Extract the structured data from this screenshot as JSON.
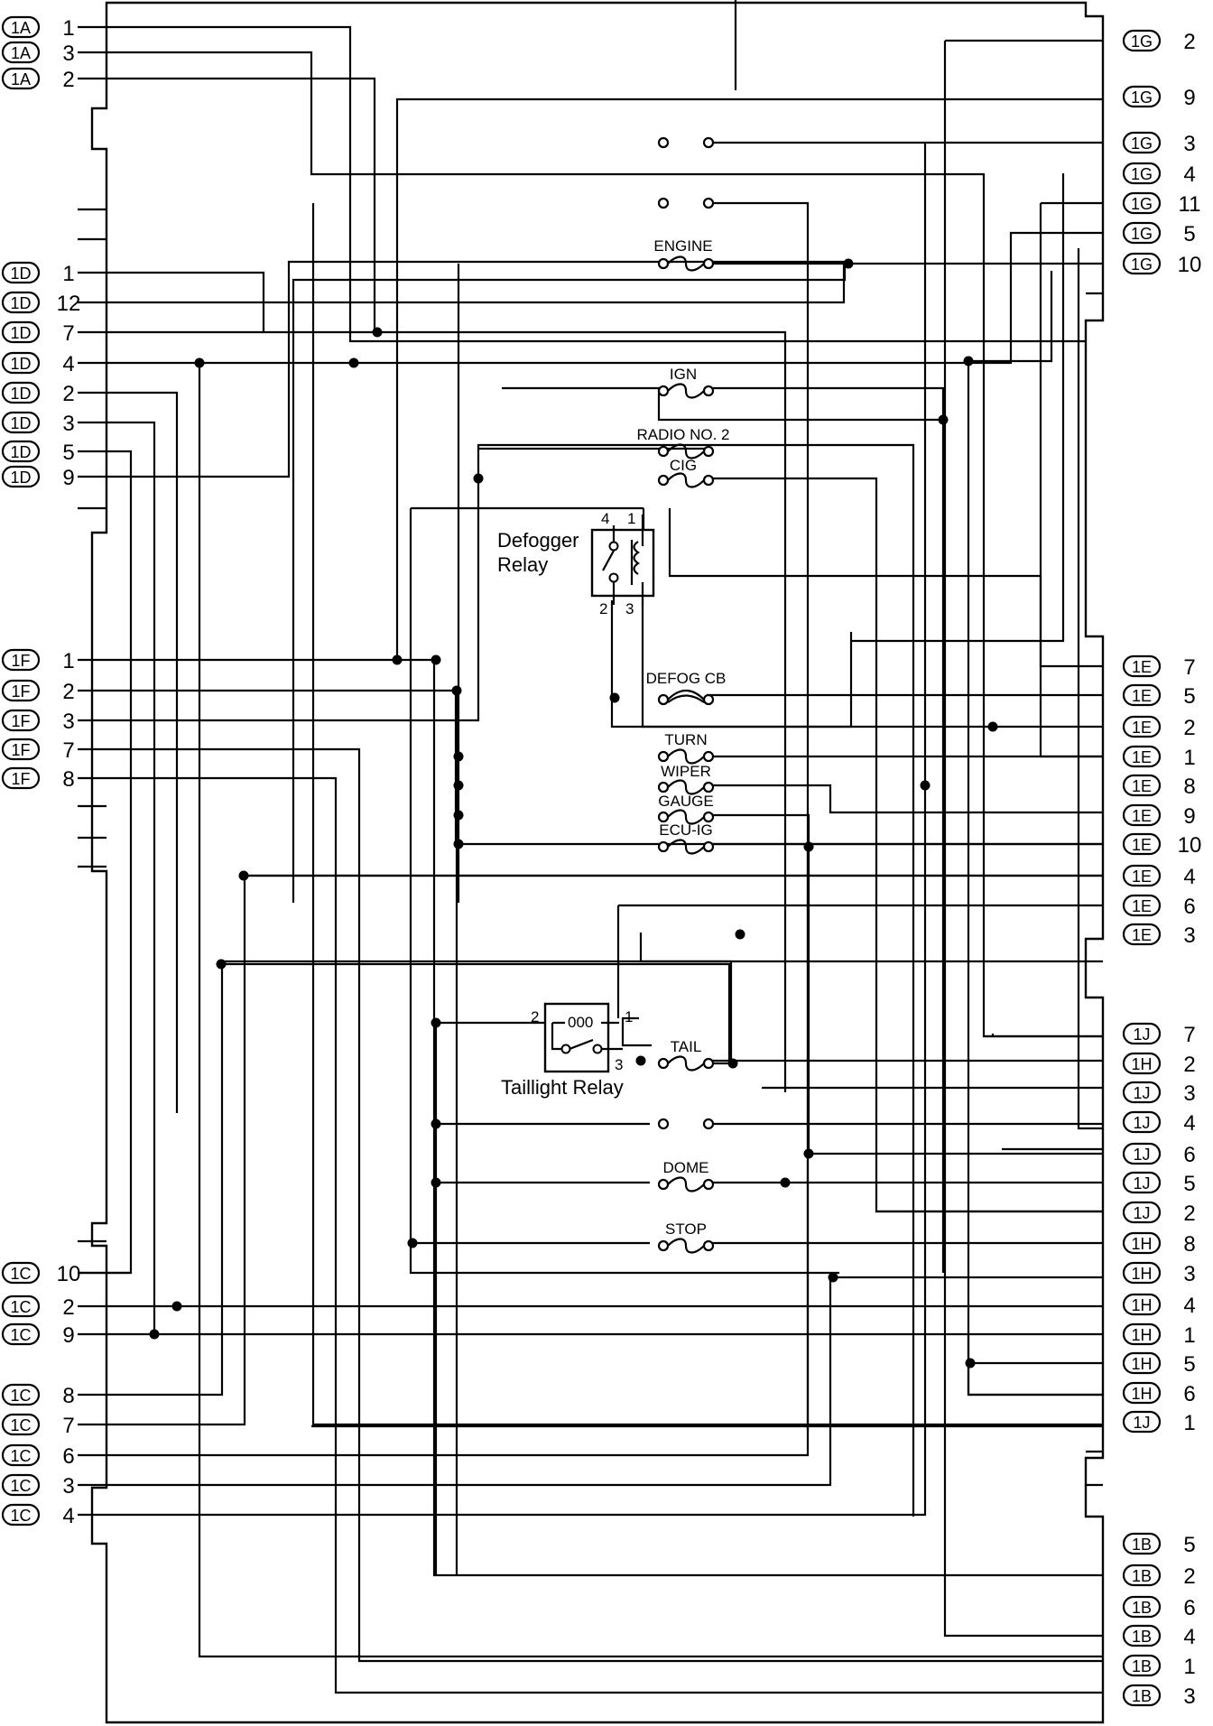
{
  "connectors_left": [
    {
      "id": "1A",
      "pin": "1"
    },
    {
      "id": "1A",
      "pin": "3"
    },
    {
      "id": "1A",
      "pin": "2"
    },
    {
      "id": "1D",
      "pin": "1"
    },
    {
      "id": "1D",
      "pin": "12"
    },
    {
      "id": "1D",
      "pin": "7"
    },
    {
      "id": "1D",
      "pin": "4"
    },
    {
      "id": "1D",
      "pin": "2"
    },
    {
      "id": "1D",
      "pin": "3"
    },
    {
      "id": "1D",
      "pin": "5"
    },
    {
      "id": "1D",
      "pin": "9"
    },
    {
      "id": "1F",
      "pin": "1"
    },
    {
      "id": "1F",
      "pin": "2"
    },
    {
      "id": "1F",
      "pin": "3"
    },
    {
      "id": "1F",
      "pin": "7"
    },
    {
      "id": "1F",
      "pin": "8"
    },
    {
      "id": "1C",
      "pin": "10"
    },
    {
      "id": "1C",
      "pin": "2"
    },
    {
      "id": "1C",
      "pin": "9"
    },
    {
      "id": "1C",
      "pin": "8"
    },
    {
      "id": "1C",
      "pin": "7"
    },
    {
      "id": "1C",
      "pin": "6"
    },
    {
      "id": "1C",
      "pin": "3"
    },
    {
      "id": "1C",
      "pin": "4"
    }
  ],
  "connectors_right": [
    {
      "id": "1G",
      "pin": "2"
    },
    {
      "id": "1G",
      "pin": "9"
    },
    {
      "id": "1G",
      "pin": "3"
    },
    {
      "id": "1G",
      "pin": "4"
    },
    {
      "id": "1G",
      "pin": "11"
    },
    {
      "id": "1G",
      "pin": "5"
    },
    {
      "id": "1G",
      "pin": "10"
    },
    {
      "id": "1E",
      "pin": "7"
    },
    {
      "id": "1E",
      "pin": "5"
    },
    {
      "id": "1E",
      "pin": "2"
    },
    {
      "id": "1E",
      "pin": "1"
    },
    {
      "id": "1E",
      "pin": "8"
    },
    {
      "id": "1E",
      "pin": "9"
    },
    {
      "id": "1E",
      "pin": "10"
    },
    {
      "id": "1E",
      "pin": "4"
    },
    {
      "id": "1E",
      "pin": "6"
    },
    {
      "id": "1E",
      "pin": "3"
    },
    {
      "id": "1J",
      "pin": "7"
    },
    {
      "id": "1H",
      "pin": "2"
    },
    {
      "id": "1J",
      "pin": "3"
    },
    {
      "id": "1J",
      "pin": "4"
    },
    {
      "id": "1J",
      "pin": "6"
    },
    {
      "id": "1J",
      "pin": "5"
    },
    {
      "id": "1J",
      "pin": "2"
    },
    {
      "id": "1H",
      "pin": "8"
    },
    {
      "id": "1H",
      "pin": "3"
    },
    {
      "id": "1H",
      "pin": "4"
    },
    {
      "id": "1H",
      "pin": "1"
    },
    {
      "id": "1H",
      "pin": "5"
    },
    {
      "id": "1H",
      "pin": "6"
    },
    {
      "id": "1J",
      "pin": "1"
    },
    {
      "id": "1B",
      "pin": "5"
    },
    {
      "id": "1B",
      "pin": "2"
    },
    {
      "id": "1B",
      "pin": "6"
    },
    {
      "id": "1B",
      "pin": "4"
    },
    {
      "id": "1B",
      "pin": "1"
    },
    {
      "id": "1B",
      "pin": "3"
    }
  ],
  "fuses": {
    "engine": "ENGINE",
    "ign": "IGN",
    "radio": "RADIO NO. 2",
    "cig": "CIG",
    "defog_cb": "DEFOG CB",
    "turn": "TURN",
    "wiper": "WIPER",
    "gauge": "GAUGE",
    "ecu_ig": "ECU-IG",
    "tail": "TAIL",
    "dome": "DOME",
    "stop": "STOP"
  },
  "relays": {
    "defogger_line1": "Defogger",
    "defogger_line2": "Relay",
    "taillight": "Taillight Relay",
    "defogger_pins": {
      "p4": "4",
      "p1": "1",
      "p2": "2",
      "p3": "3"
    },
    "taillight_pins": {
      "p2": "2",
      "p1": "1",
      "p3": "3"
    },
    "coil_mark": "000"
  }
}
